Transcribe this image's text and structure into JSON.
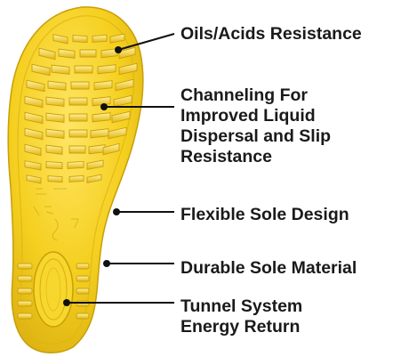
{
  "callouts": [
    {
      "lines": [
        "Oils/Acids Resistance"
      ]
    },
    {
      "lines": [
        "Channeling For",
        "Improved Liquid",
        "Dispersal and Slip",
        "Resistance"
      ]
    },
    {
      "lines": [
        "Flexible Sole Design"
      ]
    },
    {
      "lines": [
        "Durable Sole Material"
      ]
    },
    {
      "lines": [
        "Tunnel System",
        "Energy Return"
      ]
    }
  ],
  "colors": {
    "sole_fill": "#f3cf1c",
    "sole_highlight": "#ffe466",
    "sole_shadow": "#d6ac0c",
    "text": "#1a1a1a",
    "leader_line": "#111111"
  }
}
